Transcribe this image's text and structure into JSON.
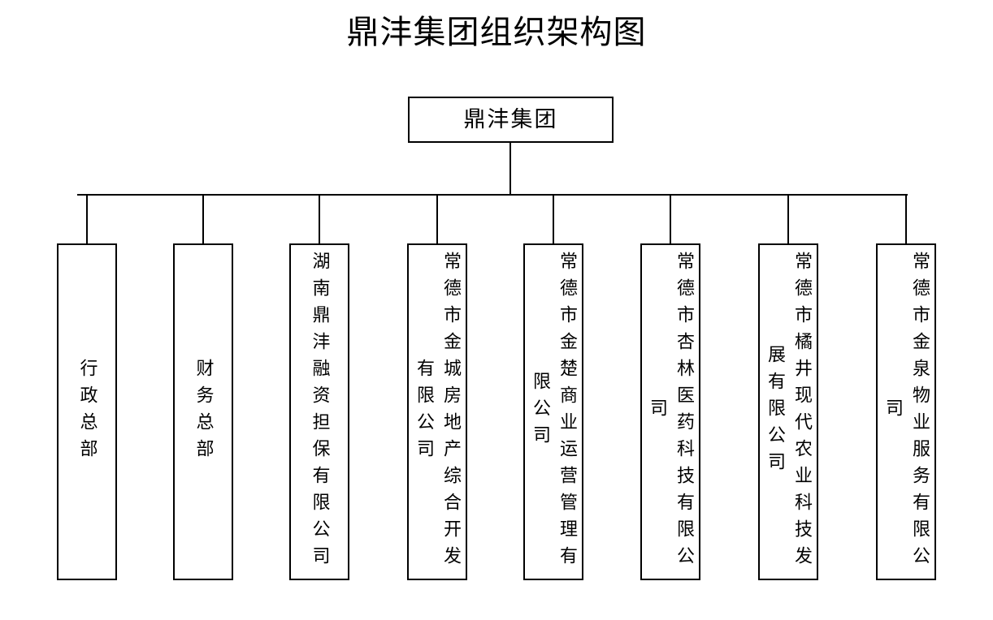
{
  "chart": {
    "title": "鼎沣集团组织架构图",
    "background_color": "#ffffff",
    "line_color": "#000000",
    "text_color": "#000000",
    "root": {
      "label": "鼎沣集团"
    },
    "children": [
      {
        "label": "行政总部"
      },
      {
        "label": "财务总部"
      },
      {
        "label": "湖南鼎沣融资担保有限公司"
      },
      {
        "label": "常德市金城房地产综合开发有限公司"
      },
      {
        "label": "常德市金楚商业运营管理有限公司"
      },
      {
        "label": "常德市杏林医药科技有限公司"
      },
      {
        "label": "常德市橘井现代农业科技发展有限公司"
      },
      {
        "label": "常德市金泉物业服务有限公司"
      }
    ]
  }
}
